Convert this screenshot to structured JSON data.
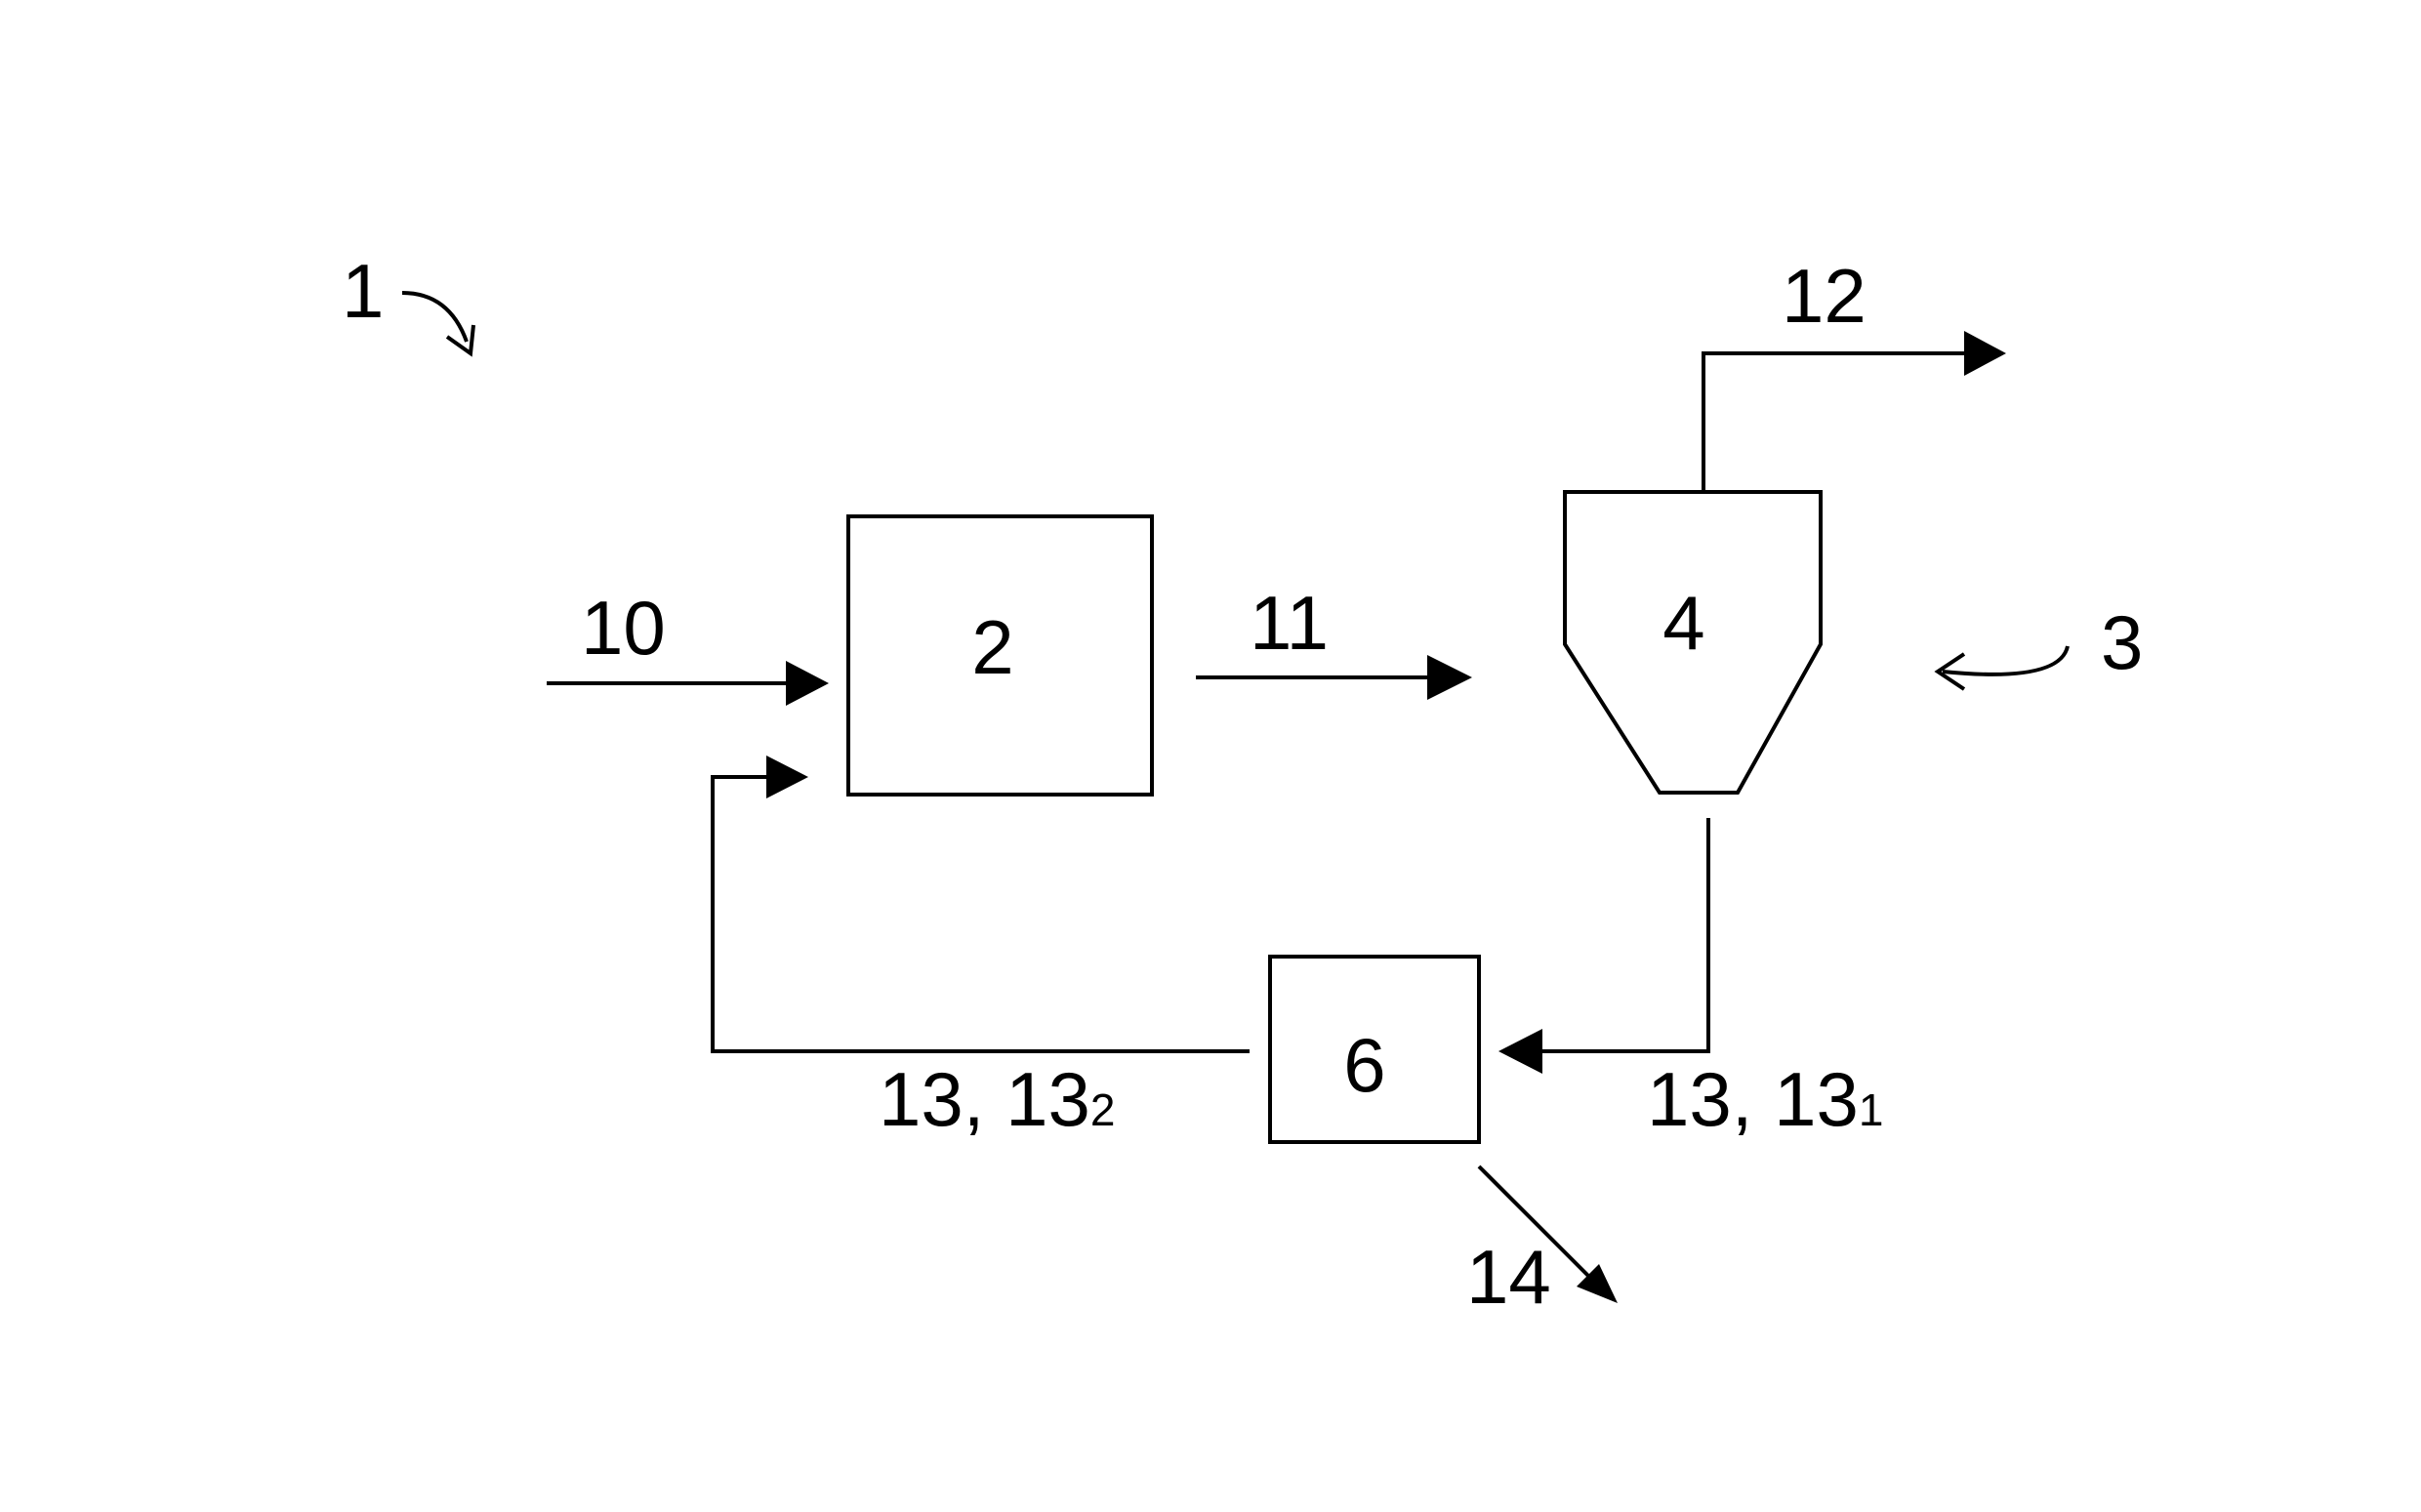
{
  "diagram": {
    "labels": {
      "system": "1",
      "unit_2": "2",
      "unit_group_3": "3",
      "unit_4": "4",
      "unit_6": "6",
      "stream_10": "10",
      "stream_11": "11",
      "stream_12": "12",
      "stream_13_1_main": "13, 13",
      "stream_13_1_sub": "1",
      "stream_13_2_main": "13, 13",
      "stream_13_2_sub": "2",
      "stream_14": "14"
    },
    "colors": {
      "ink": "#000000",
      "paper": "#ffffff"
    }
  }
}
